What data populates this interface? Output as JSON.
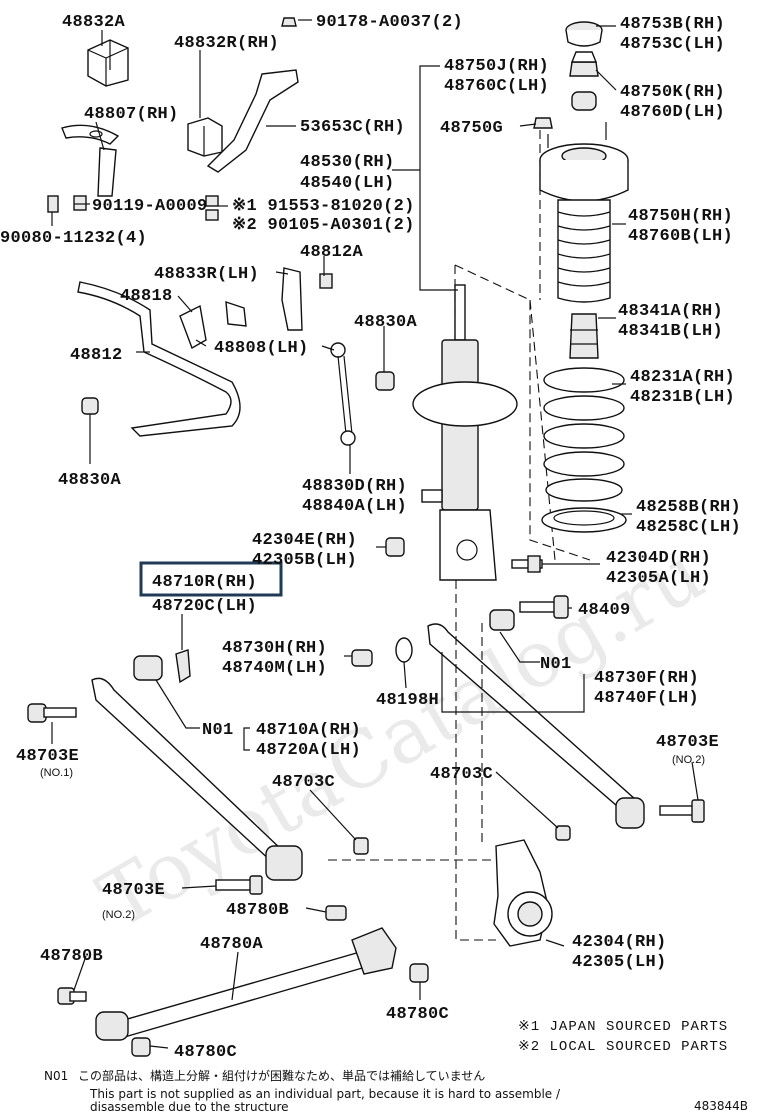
{
  "callouts": {
    "p48832A": "48832A",
    "p90178": "90178-A0037(2)",
    "p48753B": "48753B(RH)",
    "p48753C": "48753C(LH)",
    "p48832R": "48832R(RH)",
    "p48750J": "48750J(RH)",
    "p48760C": "48760C(LH)",
    "p48750K": "48750K(RH)",
    "p48760D": "48760D(LH)",
    "p48807": "48807(RH)",
    "p53653C": "53653C(RH)",
    "p48750G": "48750G",
    "p48530": "48530(RH)",
    "p48540": "48540(LH)",
    "p90119": "90119-A0009",
    "p91553": "※1 91553-81020(2)",
    "p90105": "※2 90105-A0301(2)",
    "p90080": "90080-11232(4)",
    "p48750H": "48750H(RH)",
    "p48760B": "48760B(LH)",
    "p48812A": "48812A",
    "p48833R": "48833R(LH)",
    "p48818": "48818",
    "p48341A": "48341A(RH)",
    "p48341B": "48341B(LH)",
    "p48830A_top": "48830A",
    "p48812": "48812",
    "p48808": "48808(LH)",
    "p48231A": "48231A(RH)",
    "p48231B": "48231B(LH)",
    "p48830A_left": "48830A",
    "p48830D": "48830D(RH)",
    "p48840A": "48840A(LH)",
    "p48258B": "48258B(RH)",
    "p48258C": "48258C(LH)",
    "p42304E": "42304E(RH)",
    "p42305B": "42305B(LH)",
    "p42304D": "42304D(RH)",
    "p42305A": "42305A(LH)",
    "p48710R": "48710R(RH)",
    "p48720C": "48720C(LH)",
    "p48409": "48409",
    "p48730H": "48730H(RH)",
    "p48740M": "48740M(LH)",
    "pN01_right": "N01",
    "p48730F": "48730F(RH)",
    "p48740F": "48740F(LH)",
    "p48198H": "48198H",
    "pN01_left": "N01",
    "p48710A": "48710A(RH)",
    "p48720A": "48720A(LH)",
    "p48703E_left": "48703E",
    "p48703E_left_sub": "(NO.1)",
    "p48703E_right": "48703E",
    "p48703E_right_sub": "(NO.2)",
    "p48703C_left": "48703C",
    "p48703C_right": "48703C",
    "p48703E_mid": "48703E",
    "p48703E_mid_sub": "(NO.2)",
    "p48780B_mid": "48780B",
    "p48780B_left": "48780B",
    "p48780A": "48780A",
    "p42304": "42304(RH)",
    "p42305": "42305(LH)",
    "p48780C_mid": "48780C",
    "p48780C_bot": "48780C"
  },
  "notes": {
    "japan": "※1 JAPAN SOURCED PARTS",
    "local": "※2 LOCAL SOURCED PARTS"
  },
  "footer": {
    "n01_code": "N01",
    "n01_jp": "この部品は、構造上分解・組付けが困難なため、単品では補給していません",
    "n01_en_1": "This part is not supplied as an individual part, because it is hard to assemble /",
    "n01_en_2": "disassemble due to the structure",
    "diagram_id": "483844B"
  },
  "watermark": "ToyotaCatalog.ru",
  "highlight": {
    "part": "48710R(RH)",
    "color": "#1f3a55"
  }
}
